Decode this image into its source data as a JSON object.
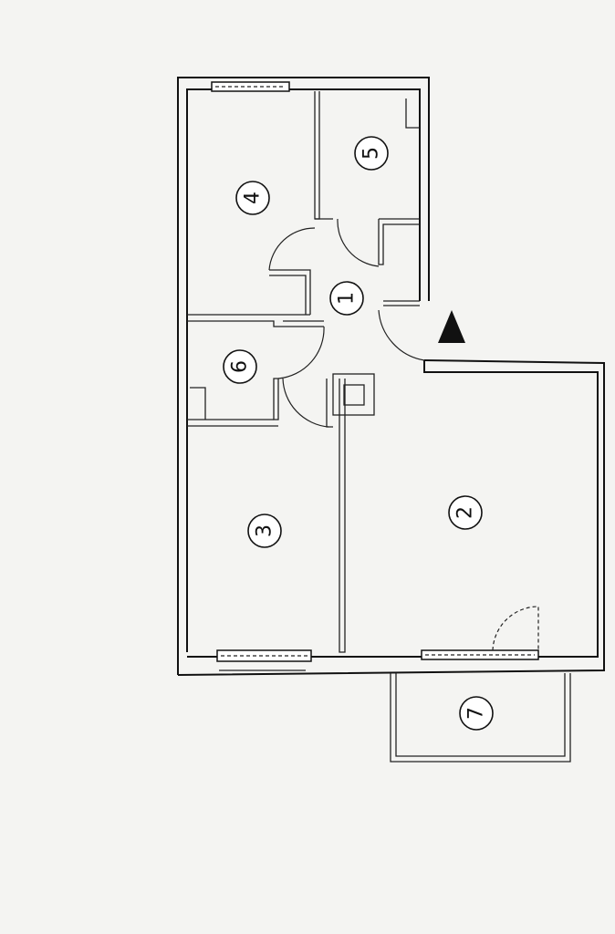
{
  "plan": {
    "rooms": [
      {
        "id": "1"
      },
      {
        "id": "2"
      },
      {
        "id": "3"
      },
      {
        "id": "4"
      },
      {
        "id": "5"
      },
      {
        "id": "6"
      },
      {
        "id": "7"
      }
    ],
    "entrance_marker": "entrance-triangle"
  }
}
